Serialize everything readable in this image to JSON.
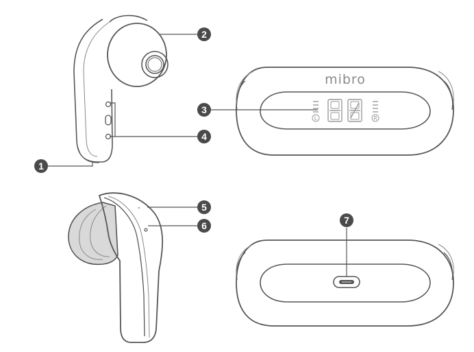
{
  "brand": {
    "logo_text": "mibro"
  },
  "display": {
    "left_indicator": "L",
    "right_indicator": "R"
  },
  "callouts": [
    {
      "number": "1"
    },
    {
      "number": "2"
    },
    {
      "number": "3"
    },
    {
      "number": "4"
    },
    {
      "number": "5"
    },
    {
      "number": "6"
    },
    {
      "number": "7"
    }
  ],
  "colors": {
    "line": "#555555",
    "callout_fill": "#4a4a4a",
    "light_line": "#b0b0b0"
  }
}
